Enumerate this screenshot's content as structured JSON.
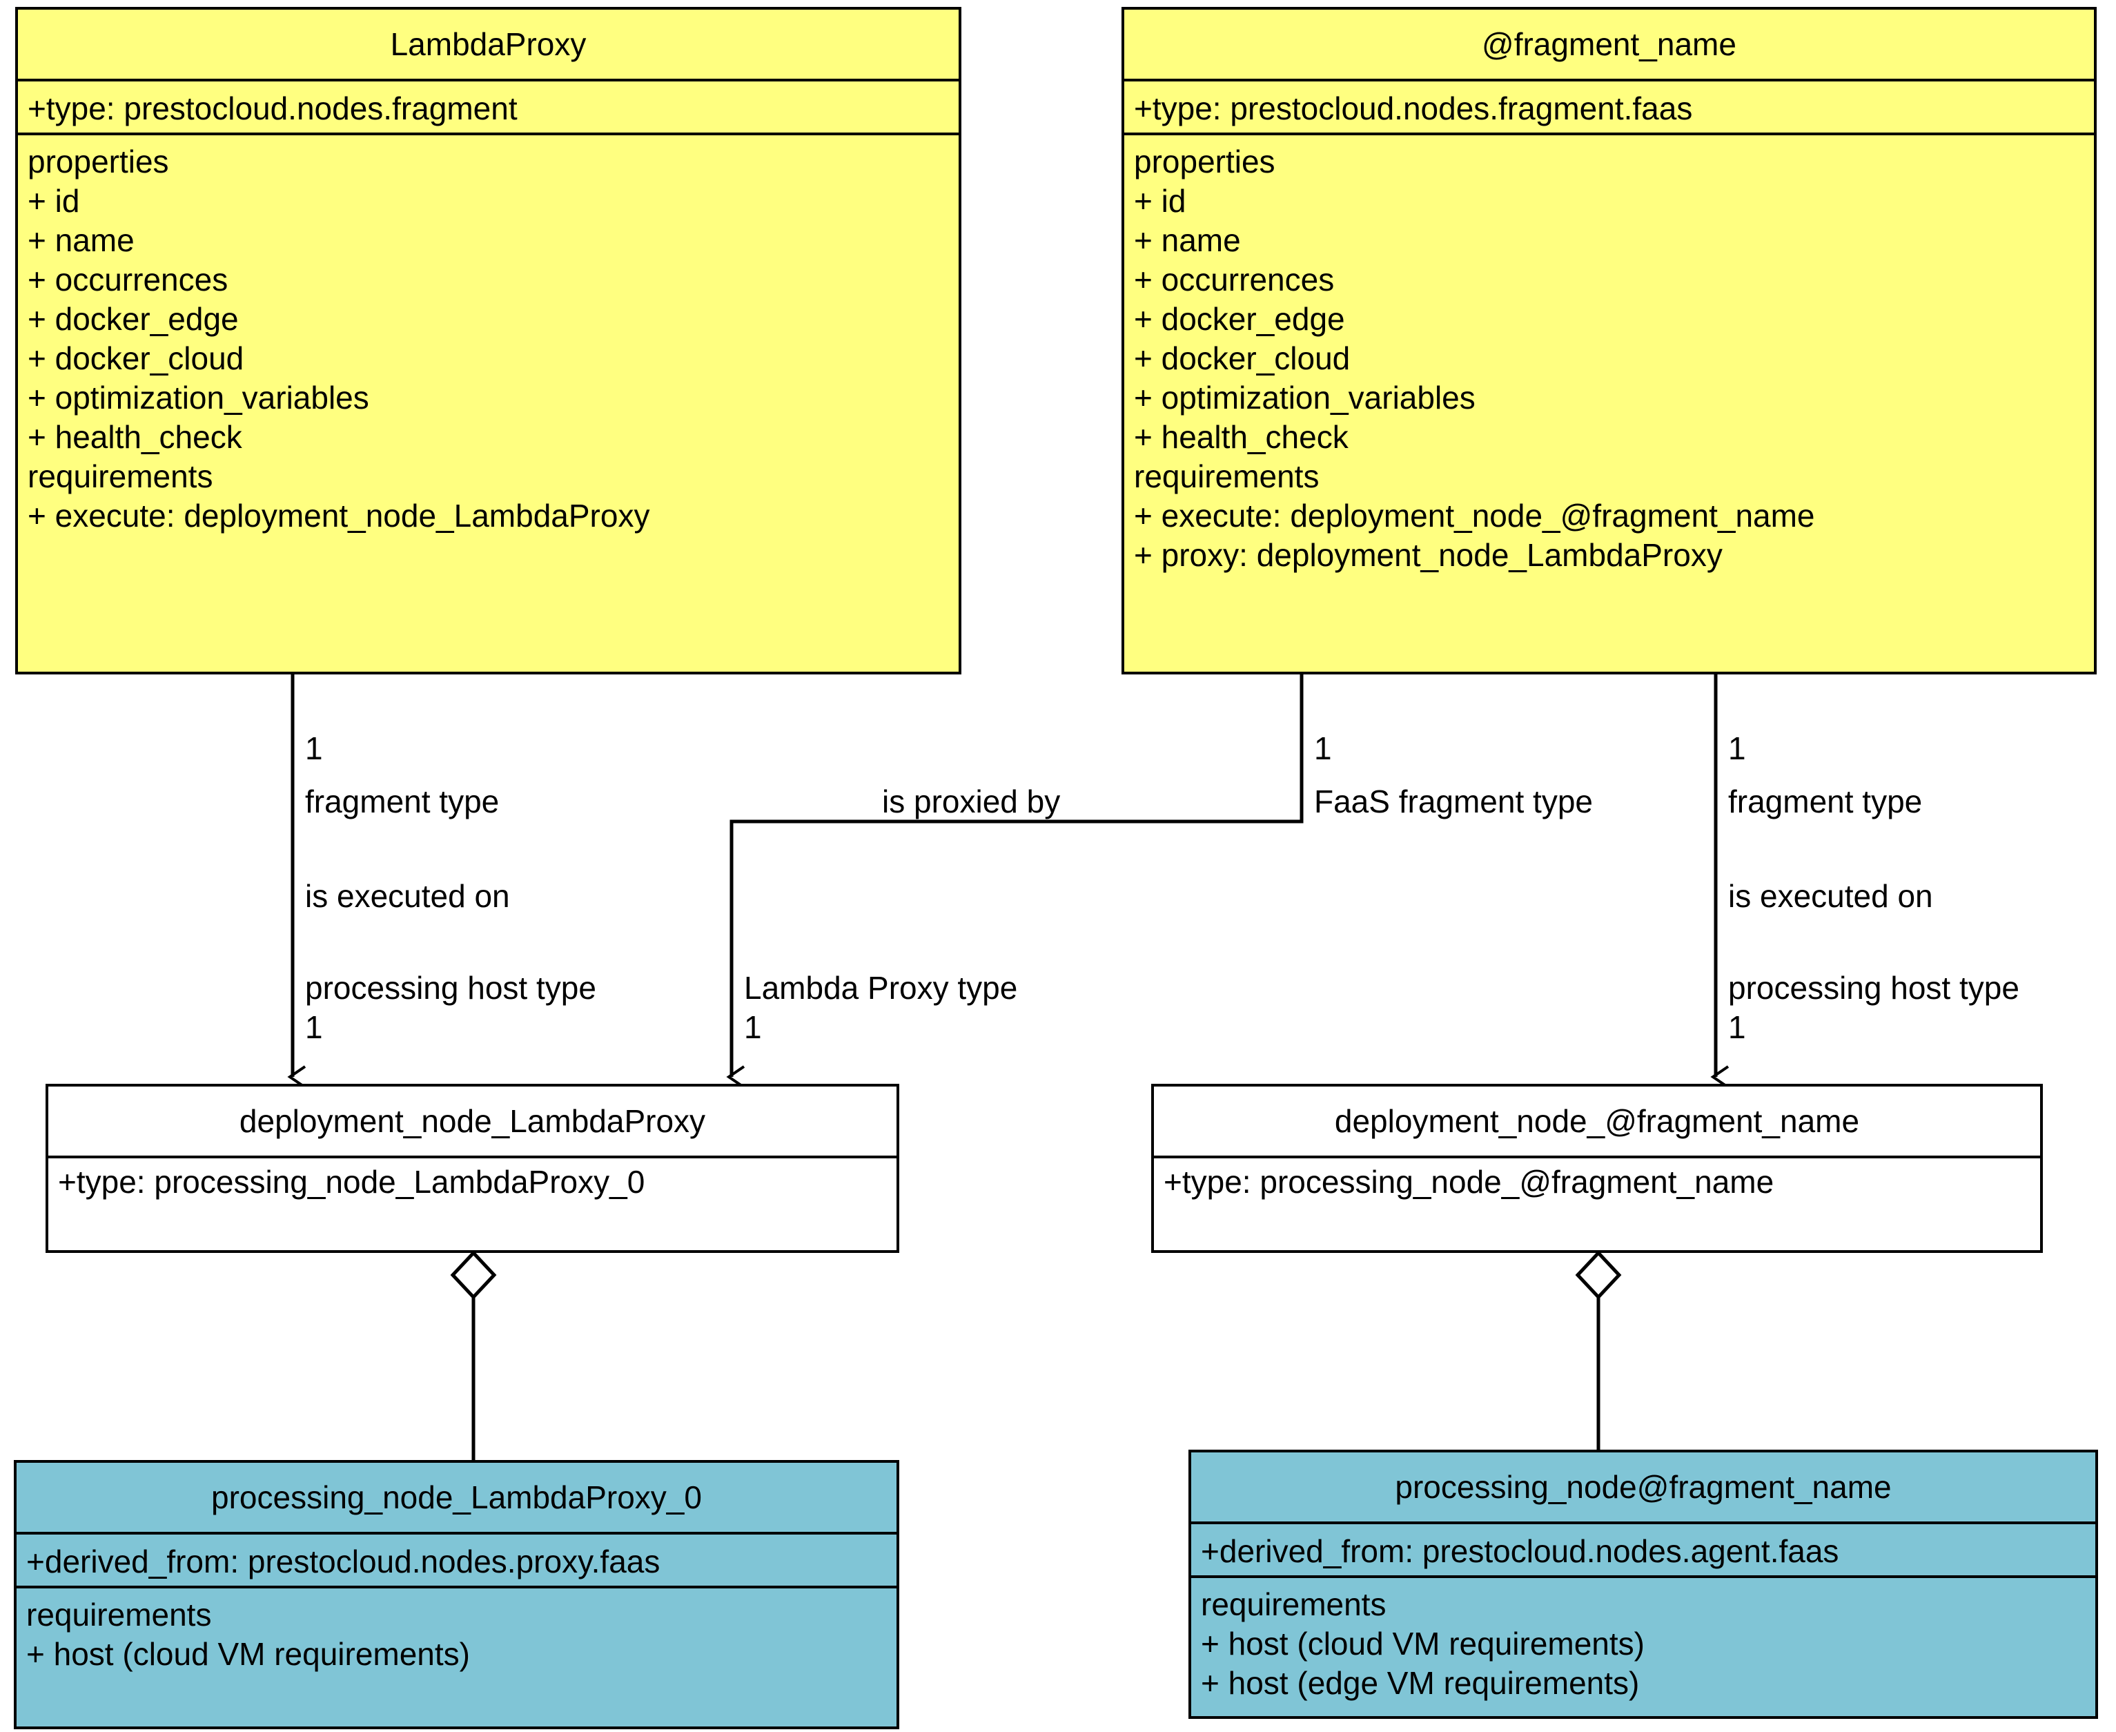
{
  "diagram": {
    "title": "PrestoCloud FaaS fragment / LambdaProxy UML class diagram",
    "colors": {
      "fragment_fill": "#FFFF80",
      "processing_fill": "#80C5D6",
      "deployment_fill": "#FFFFFF",
      "stroke": "#000000"
    }
  },
  "classes": {
    "lambda_proxy": {
      "name": "LambdaProxy",
      "stereotype_attr": "+type: prestocloud.nodes.fragment",
      "body": [
        "properties",
        "+ id",
        "+ name",
        "+ occurrences",
        "+ docker_edge",
        "+ docker_cloud",
        "+ optimization_variables",
        "+ health_check",
        "requirements",
        "+ execute: deployment_node_LambdaProxy"
      ]
    },
    "fragment_name": {
      "name": "@fragment_name",
      "stereotype_attr": "+type: prestocloud.nodes.fragment.faas",
      "body": [
        "properties",
        "+ id",
        "+ name",
        "+ occurrences",
        "+ docker_edge",
        "+ docker_cloud",
        "+ optimization_variables",
        "+ health_check",
        "requirements",
        "+  execute: deployment_node_@fragment_name",
        "+  proxy: deployment_node_LambdaProxy"
      ]
    },
    "deployment_node_lambda_proxy": {
      "name": "deployment_node_LambdaProxy",
      "stereotype_attr": "+type: processing_node_LambdaProxy_0"
    },
    "deployment_node_fragment_name": {
      "name": "deployment_node_@fragment_name",
      "stereotype_attr": "+type: processing_node_@fragment_name"
    },
    "processing_node_lambda_proxy_0": {
      "name": "processing_node_LambdaProxy_0",
      "stereotype_attr": "+derived_from: prestocloud.nodes.proxy.faas",
      "body": [
        "requirements",
        "+ host (cloud VM requirements)"
      ]
    },
    "processing_node_fragment_name": {
      "name": "processing_node@fragment_name",
      "stereotype_attr": "+derived_from: prestocloud.nodes.agent.faas",
      "body": [
        "requirements",
        "+ host (cloud VM requirements)",
        "+ host (edge VM requirements)"
      ]
    }
  },
  "edges": {
    "lambda_execute": {
      "source_mult": "1",
      "source_role": "fragment type",
      "verb": "is executed on",
      "target_role": "processing host type",
      "target_mult": "1"
    },
    "proxy_link": {
      "verb": "is proxied by",
      "target_role": "Lambda Proxy type",
      "target_mult": "1"
    },
    "faas_proxy_source": {
      "source_mult": "1",
      "source_role": "FaaS fragment type"
    },
    "faas_execute": {
      "source_mult": "1",
      "source_role": "fragment type",
      "verb": "is executed on",
      "target_role": "processing host type",
      "target_mult": "1"
    }
  }
}
